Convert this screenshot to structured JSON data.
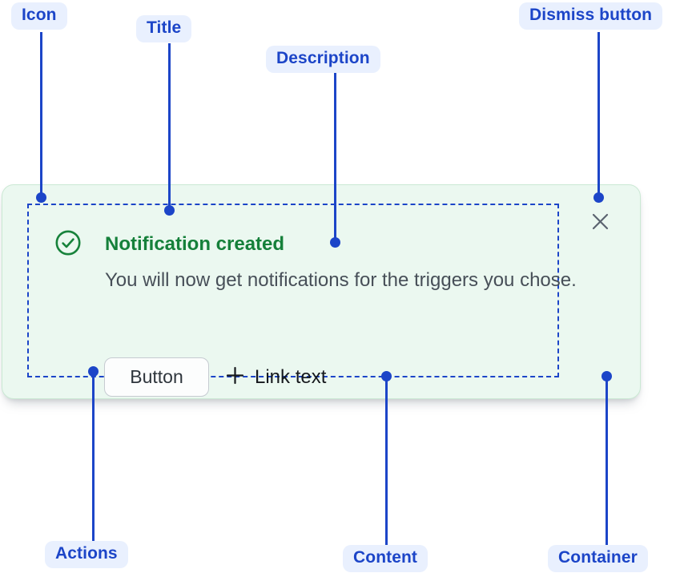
{
  "annotations": {
    "icon": "Icon",
    "title": "Title",
    "description": "Description",
    "dismiss_button": "Dismiss button",
    "actions": "Actions",
    "content": "Content",
    "container": "Container"
  },
  "toast": {
    "title": "Notification created",
    "description": "You will now get notifications for the triggers you chose.",
    "actions": {
      "button_label": "Button",
      "link_label": "Link text"
    },
    "icons": {
      "status": "check-circle-icon",
      "link_prefix": "plus-icon",
      "dismiss": "close-icon"
    }
  },
  "colors": {
    "annotation_blue": "#1C45C8",
    "annotation_pill_bg": "#E9F0FE",
    "success_green": "#15803A",
    "icon_green": "#17823B",
    "card_bg": "#EBF8F0",
    "card_border": "#CBE9D4",
    "description_gray": "#474F58",
    "dismiss_gray": "#5B6470",
    "button_border": "#C6CBD1",
    "button_bg": "#FCFDFD"
  }
}
